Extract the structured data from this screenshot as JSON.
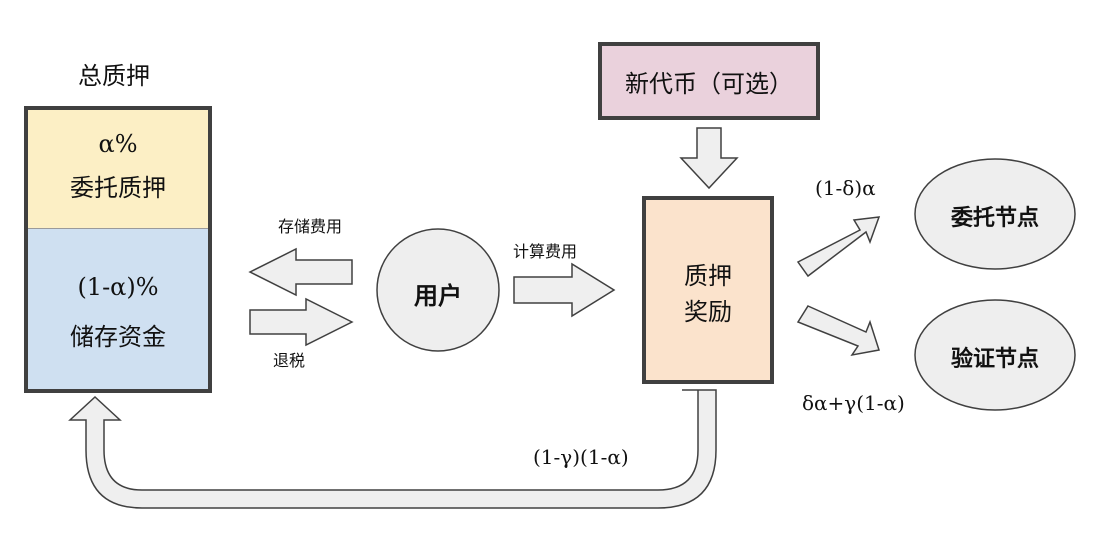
{
  "total_stake": {
    "title": "总质押"
  },
  "delegated": {
    "percent": "α%",
    "label": "委托质押"
  },
  "storage": {
    "percent": "(1-α)%",
    "label": "储存资金"
  },
  "flows": {
    "storage_fee": "存储费用",
    "tax_refund": "退税",
    "compute_fee": "计算费用"
  },
  "user": {
    "label": "用户"
  },
  "new_token": {
    "label": "新代币（可选）"
  },
  "stake_reward": {
    "line1": "质押",
    "line2": "奖励"
  },
  "delegate_node": {
    "label": "委托节点",
    "share": "(1-δ)α"
  },
  "validator_node": {
    "label": "验证节点",
    "share": "δα+γ(1-α)"
  },
  "return_flow": {
    "share": "(1-γ)(1-α)"
  },
  "colors": {
    "delegated_fill": "#fcefc5",
    "storage_fill": "#cfe0f1",
    "token_fill": "#ead1dc",
    "reward_fill": "#fbe3cc",
    "node_fill": "#eeeeee",
    "arrow_fill": "#efefef",
    "outline": "#404040"
  }
}
